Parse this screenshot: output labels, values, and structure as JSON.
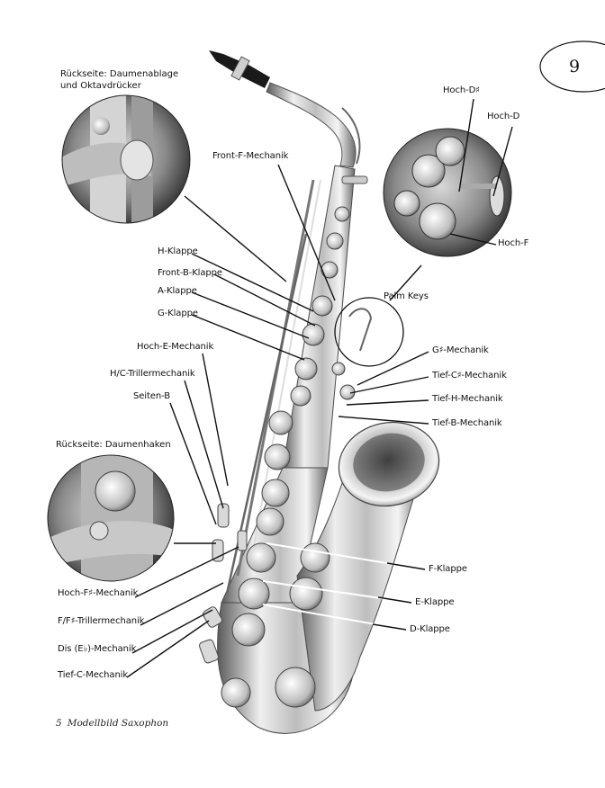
{
  "page": {
    "number": "9",
    "footer_number": "5",
    "footer_title": "Modellbild Saxophon"
  },
  "insets": {
    "top_left_caption_line1": "Rückseite: Daumenablage",
    "top_left_caption_line2": "und Oktavdrücker",
    "bottom_left_caption": "Rückseite: Daumenhaken",
    "palm_keys": "Palm Keys"
  },
  "labels": {
    "hoch_dis": "Hoch-D♯",
    "hoch_d": "Hoch-D",
    "hoch_f": "Hoch-F",
    "front_f": "Front-F-Mechanik",
    "h_klappe": "H-Klappe",
    "front_b": "Front-B-Klappe",
    "a_klappe": "A-Klappe",
    "g_klappe": "G-Klappe",
    "hoch_e": "Hoch-E-Mechanik",
    "hc_triller": "H/C-Trillermechanik",
    "seiten_b": "Seiten-B",
    "gis": "G♯-Mechanik",
    "tief_cis": "Tief-C♯-Mechanik",
    "tief_h": "Tief-H-Mechanik",
    "tief_b": "Tief-B-Mechanik",
    "hoch_fis": "Hoch-F♯-Mechanik",
    "f_fis_triller": "F/F♯-Trillermechanik",
    "dis_es": "Dis (E♭)-Mechanik",
    "tief_c": "Tief-C-Mechanik",
    "f_klappe": "F-Klappe",
    "e_klappe": "E-Klappe",
    "d_klappe": "D-Klappe"
  },
  "colors": {
    "ink": "#111111",
    "metal_light": "#e6e6e6",
    "metal_mid": "#9a9a9a",
    "metal_dark": "#3a3a3a"
  }
}
